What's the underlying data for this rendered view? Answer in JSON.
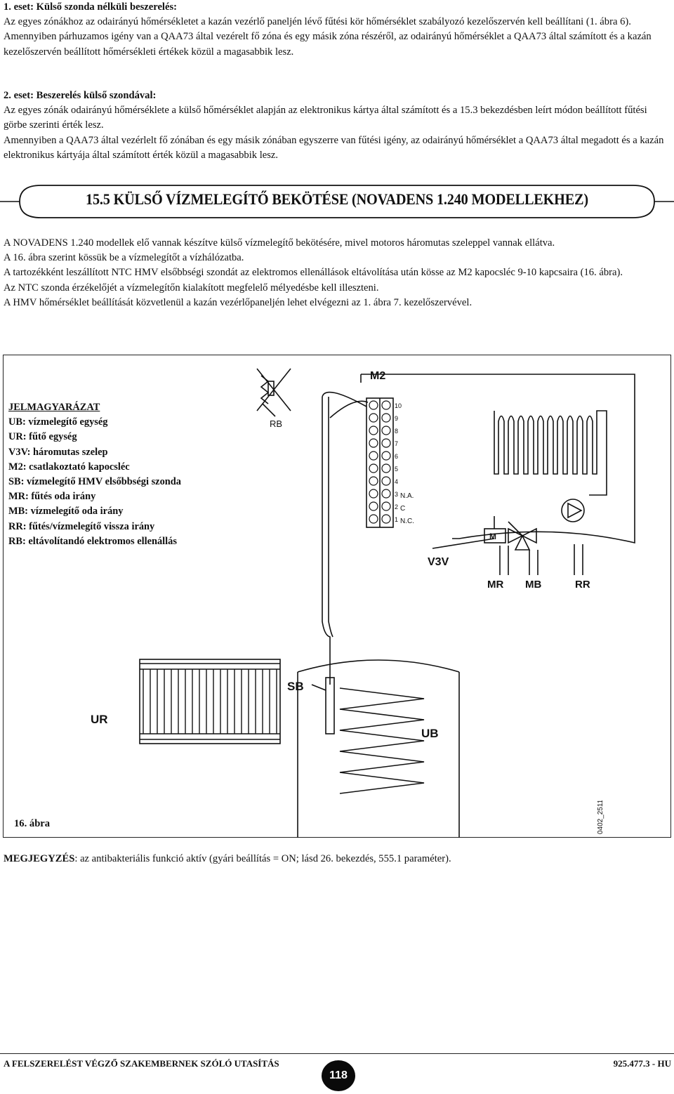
{
  "case1": {
    "heading": "1. eset: Külső szonda nélküli beszerelés:",
    "p1": "Az egyes zónákhoz az odairányú hőmérsékletet a kazán vezérlő paneljén lévő fűtési kör hőmérséklet szabályozó kezelőszervén kell beállítani (1. ábra 6).",
    "p2": "Amennyiben párhuzamos igény van a QAA73 által vezérelt fő zóna és egy másik zóna részéről, az odairányú hőmérséklet a QAA73 által számított és a kazán kezelőszervén beállított hőmérsékleti értékek közül a magasabbik lesz."
  },
  "case2": {
    "heading": "2. eset: Beszerelés külső szondával:",
    "p1": "Az egyes zónák odairányú hőmérséklete a külső hőmérséklet alapján az elektronikus kártya által számított és a 15.3 bekezdésben leírt módon beállított fűtési görbe szerinti érték lesz.",
    "p2": "Amennyiben a QAA73 által vezérlelt fő zónában és egy másik zónában egyszerre van fűtési igény, az odairányú hőmérséklet a QAA73 által megadott és a kazán elektronikus kártyája által számított érték közül a magasabbik lesz."
  },
  "section_title": "15.5 KÜLSŐ VÍZMELEGÍTŐ BEKÖTÉSE (NOVADENS 1.240 MODELLEKHEZ)",
  "novadens": {
    "p1": "A NOVADENS 1.240 modellek elő vannak készítve külső vízmelegítő bekötésére, mivel motoros háromutas szeleppel vannak ellátva.",
    "p2": "A 16. ábra szerint kössük be a vízmelegítőt a vízhálózatba.",
    "p3": "A tartozékként leszállított NTC HMV elsőbbségi szondát az elektromos ellenállások eltávolítása után kösse az M2 kapocsléc 9-10 kapcsaira (16. ábra).",
    "p4": "Az NTC szonda érzékelőjét a vízmelegítőn kialakított megfelelő mélyedésbe kell illeszteni.",
    "p5": "A HMV hőmérséklet beállítását közvetlenül a kazán vezérlőpaneljén lehet elvégezni az 1. ábra 7. kezelőszervével."
  },
  "legend": {
    "title": "JELMAGYARÁZAT",
    "items": [
      "UB: vízmelegítő egység",
      "UR: fűtő egység",
      "V3V: háromutas szelep",
      "M2: csatlakoztató kapocsléc",
      "SB: vízmelegítő HMV elsőbbségi szonda",
      "MR: fűtés oda irány",
      "MB: vízmelegítő oda irány",
      "RR: fűtés/vízmelegítő vissza irány",
      "RB: eltávolítandó elektromos ellenállás"
    ]
  },
  "diagram": {
    "m2": "M2",
    "rb": "RB",
    "v3v": "V3V",
    "m": "M",
    "mr": "MR",
    "mb": "MB",
    "rr": "RR",
    "sb": "SB",
    "ur": "UR",
    "ub": "UB",
    "terminals": [
      "10",
      "9",
      "8",
      "7",
      "6",
      "5",
      "4",
      "3",
      "2",
      "1"
    ],
    "na": "N.A.",
    "c": "C",
    "nc": "N.C.",
    "code": "0402_2511"
  },
  "figure_label": "16. ábra",
  "note": {
    "label": "MEGJEGYZÉS",
    "text": ": az antibakteriális funkció aktív (gyári beállítás = ON; lásd 26. bekezdés, 555.1 paraméter)."
  },
  "footer": {
    "left": "A FELSZERELÉST VÉGZŐ SZAKEMBERNEK SZÓLÓ UTASÍTÁS",
    "page": "118",
    "right": "925.477.3 - HU"
  }
}
